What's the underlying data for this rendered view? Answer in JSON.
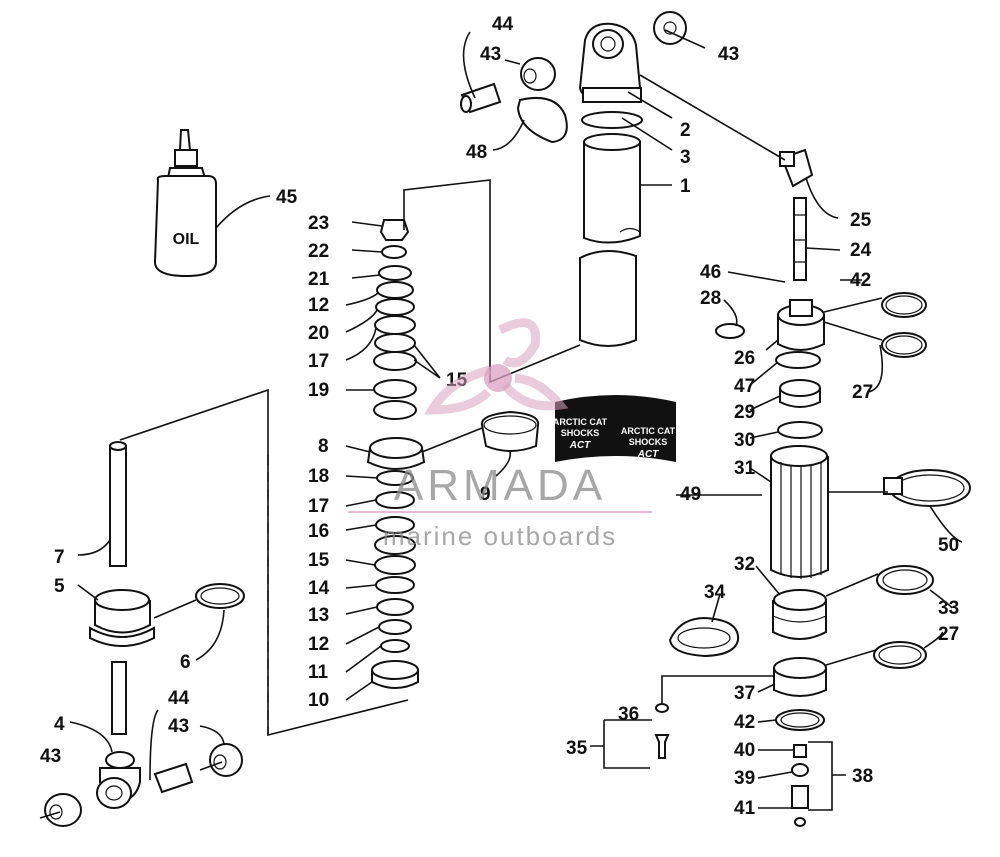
{
  "labels": {
    "p1": "1",
    "p2": "2",
    "p3": "3",
    "p4": "4",
    "p5": "5",
    "p6": "6",
    "p7": "7",
    "p8": "8",
    "p9": "9",
    "p10": "10",
    "p11": "11",
    "p12a": "12",
    "p12b": "12",
    "p13": "13",
    "p14": "14",
    "p15a": "15",
    "p15b": "15",
    "p16": "16",
    "p17a": "17",
    "p17b": "17",
    "p18": "18",
    "p19": "19",
    "p20": "20",
    "p21": "21",
    "p22": "22",
    "p23": "23",
    "p24": "24",
    "p25": "25",
    "p26": "26",
    "p27a": "27",
    "p27b": "27",
    "p28": "28",
    "p29": "29",
    "p30": "30",
    "p31": "31",
    "p32": "32",
    "p33": "33",
    "p34": "34",
    "p35": "35",
    "p36": "36",
    "p37": "37",
    "p38": "38",
    "p39": "39",
    "p40": "40",
    "p41": "41",
    "p42a": "42",
    "p42b": "42",
    "p43a": "43",
    "p43b": "43",
    "p43c": "43",
    "p43d": "43",
    "p44a": "44",
    "p44b": "44",
    "p45": "45",
    "p46": "46",
    "p47": "47",
    "p48": "48",
    "p49": "49",
    "p50": "50"
  },
  "bottle_text": "OIL",
  "decal": {
    "line1": "ARCTIC CAT",
    "line2": "SHOCKS",
    "logo": "ACT",
    "line3": "ARCTIC CAT",
    "line4": "SHOCKS",
    "logo2": "ACT"
  },
  "watermark": {
    "brand": "ARMADA",
    "tagline": "marine outboards",
    "accent": "#d9a0c0"
  },
  "colors": {
    "ink": "#111111",
    "paper": "#ffffff"
  }
}
